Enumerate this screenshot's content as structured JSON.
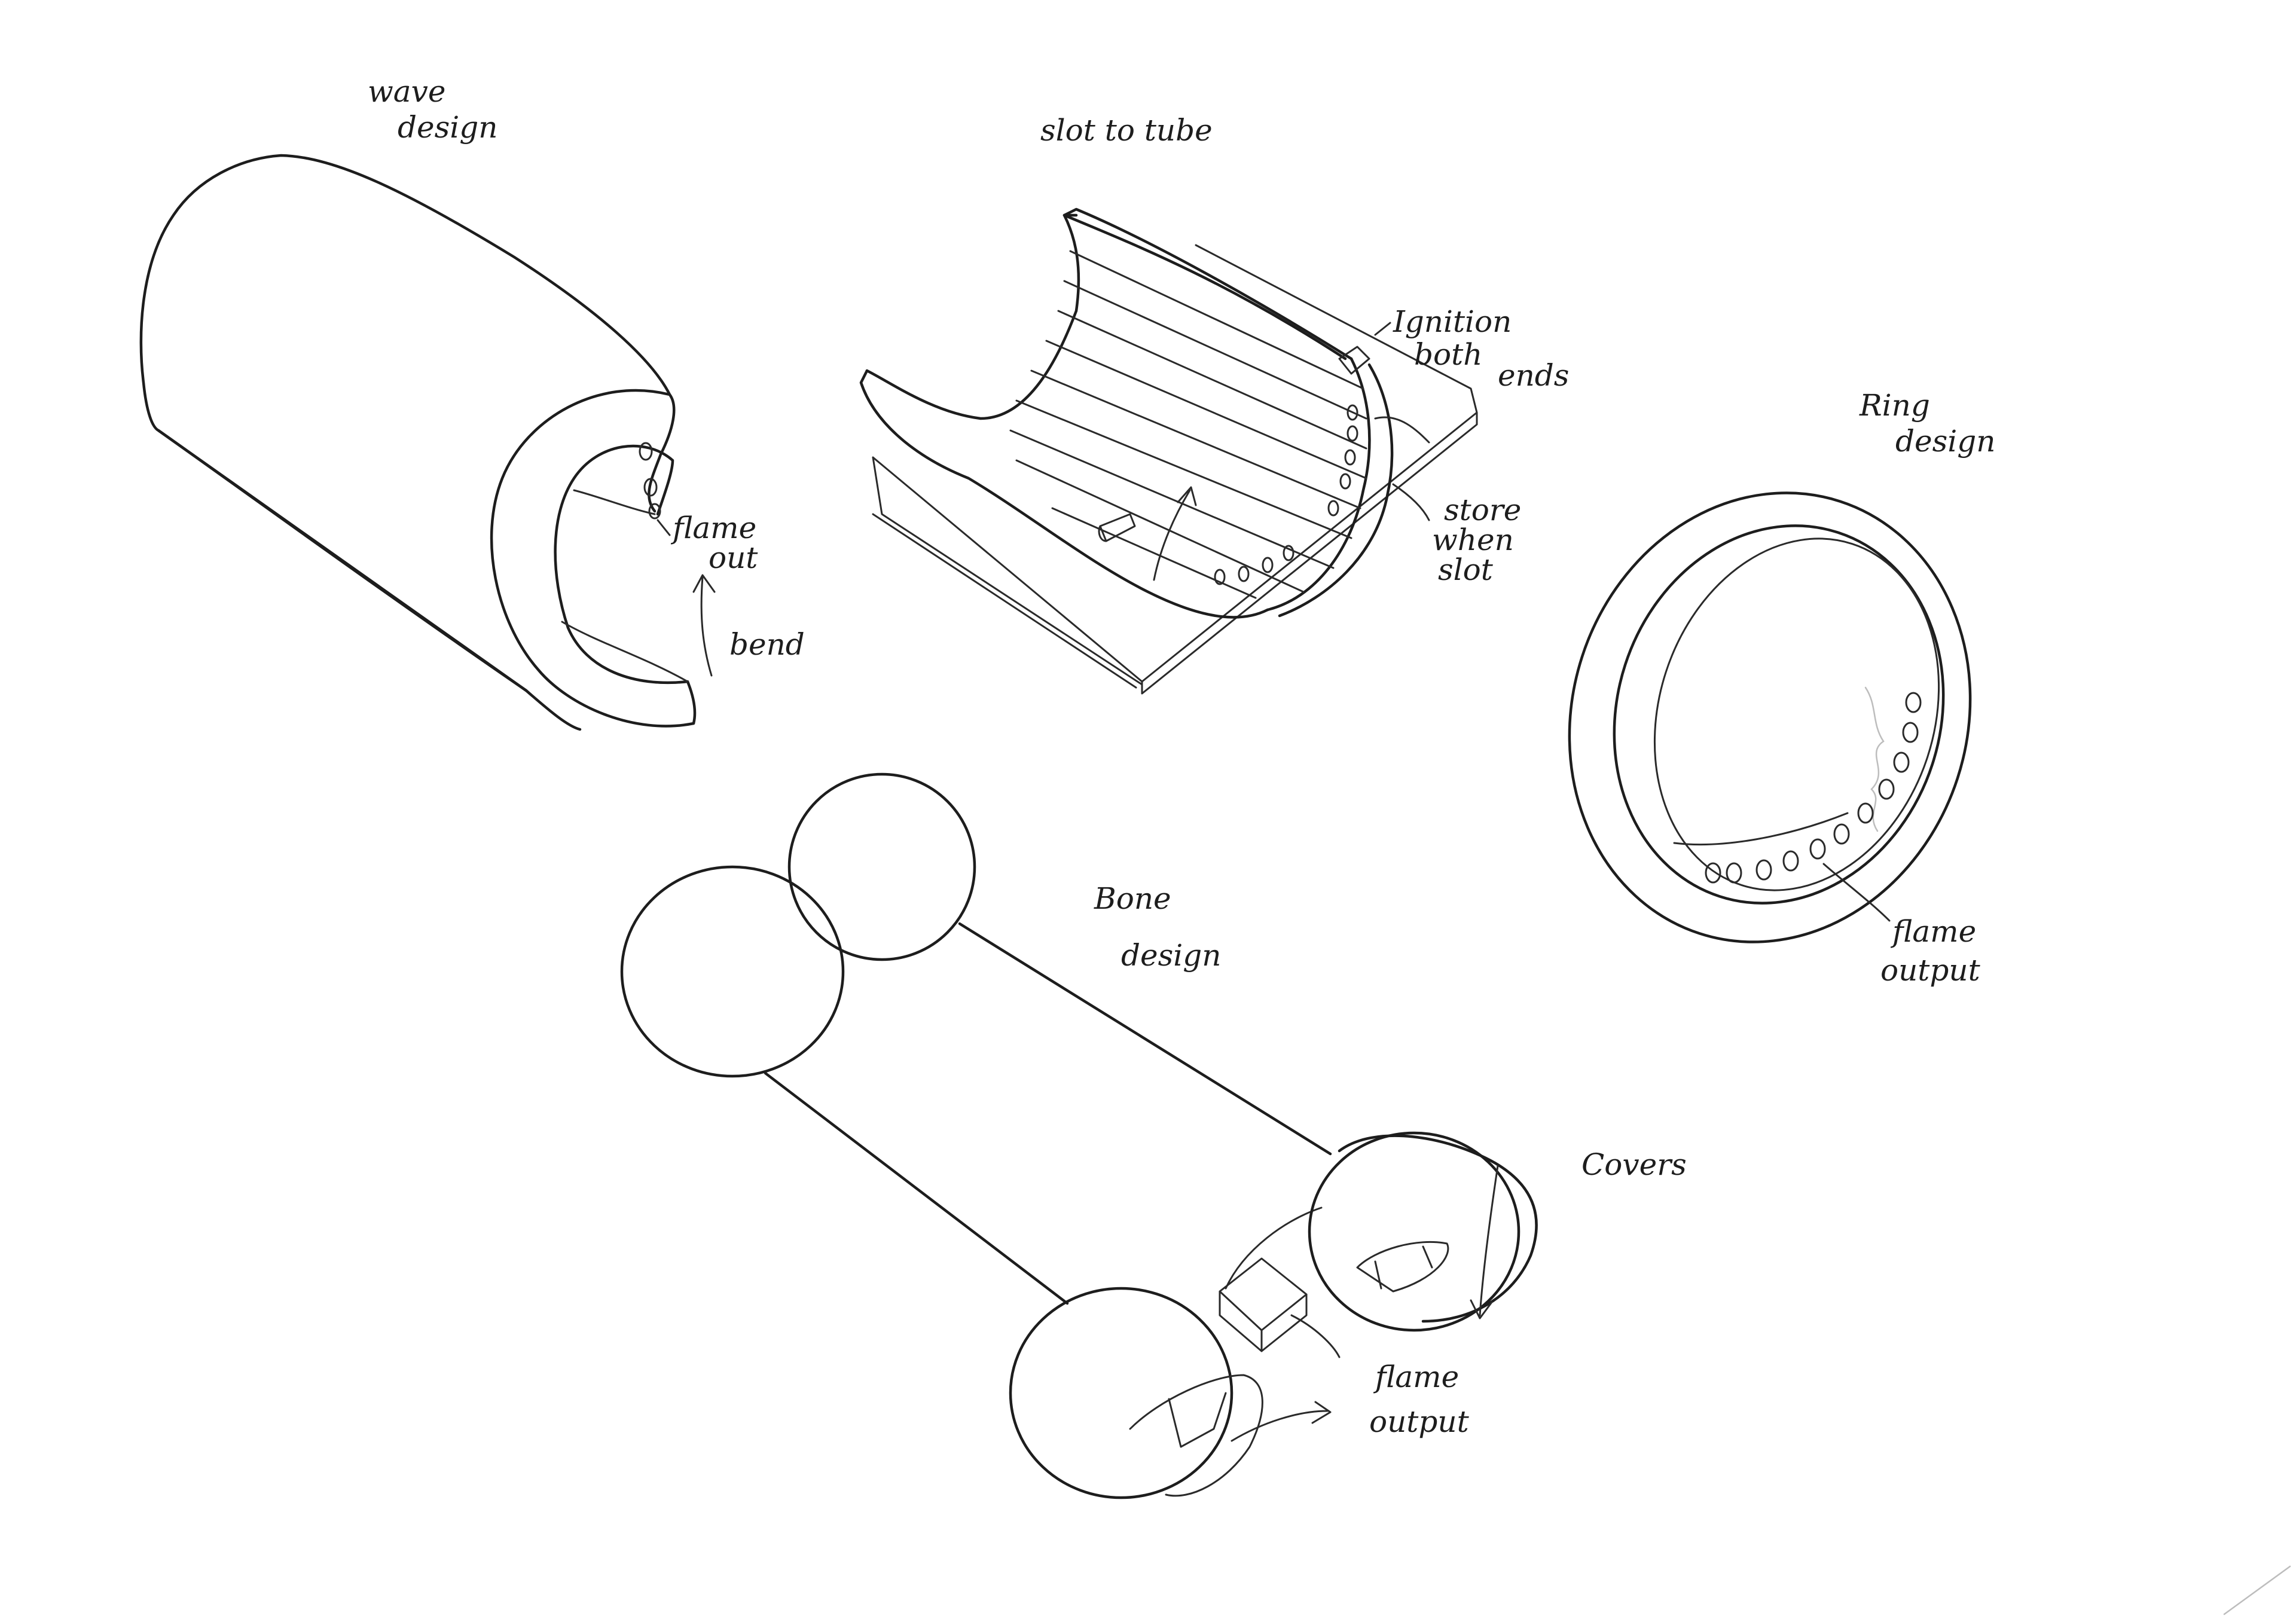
{
  "sheet": {
    "background": "#ffffff",
    "ink_color": "#1d1d1d"
  },
  "sketches": {
    "wave": {
      "title_line1": "wave",
      "title_line2": "design",
      "note_flame_line1": "flame",
      "note_flame_line2": "out",
      "note_bend": "bend"
    },
    "slot": {
      "title": "slot to tube",
      "note_ignition_line1": "Ignition",
      "note_ignition_line2": "both",
      "note_ignition_line3": "ends",
      "note_store_line1": "store",
      "note_store_line2": "when",
      "note_store_line3": "slot"
    },
    "ring": {
      "title_line1": "Ring",
      "title_line2": "design",
      "note_flame_line1": "flame",
      "note_flame_line2": "output"
    },
    "bone": {
      "title_line1": "Bone",
      "title_line2": "design",
      "note_covers": "Covers",
      "note_flame_line1": "flame",
      "note_flame_line2": "output"
    }
  }
}
